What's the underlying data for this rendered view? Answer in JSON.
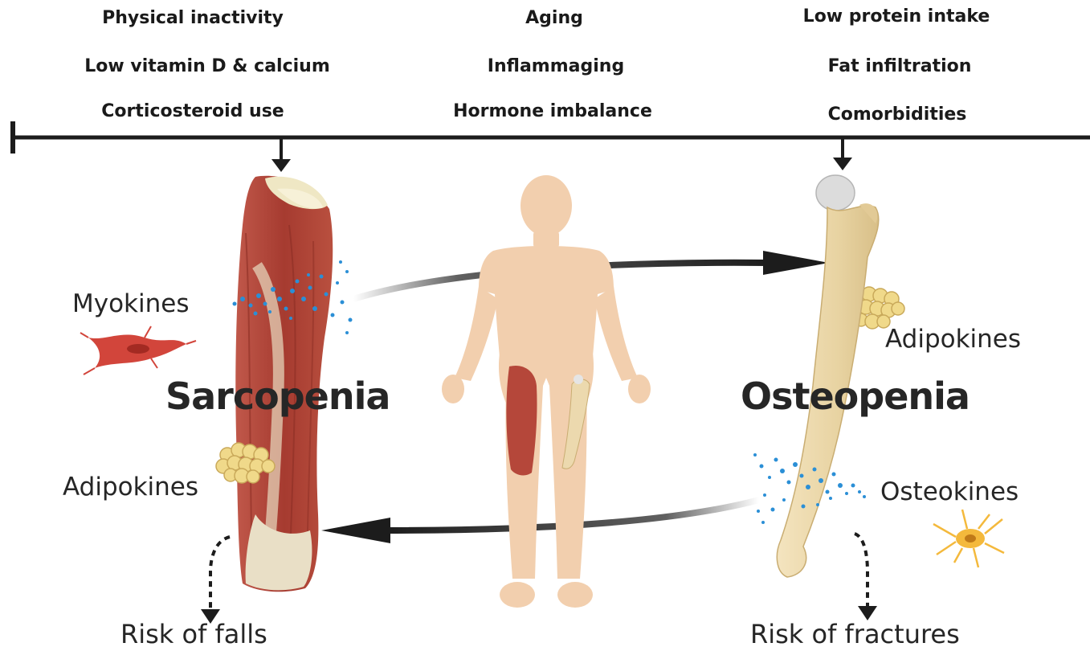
{
  "risk_factors": {
    "left": [
      "Physical inactivity",
      "Low vitamin D & calcium",
      "Corticosteroid use"
    ],
    "center": [
      "Aging",
      "Inflammaging",
      "Hormone imbalance"
    ],
    "right": [
      "Low protein intake",
      "Fat infiltration",
      "Comorbidities"
    ]
  },
  "left_panel": {
    "condition": "Sarcopenia",
    "secreted_factor": "Myokines",
    "fat_factor": "Adipokines",
    "outcome": "Risk of falls"
  },
  "right_panel": {
    "condition": "Osteopenia",
    "fat_factor": "Adipokines",
    "secreted_factor": "Osteokines",
    "outcome": "Risk of fractures"
  },
  "colors": {
    "muscle": "#b5473a",
    "bone": "#ecd9ae",
    "skin": "#f2cfae",
    "fat": "#f0d98a",
    "dots": "#2b8fd6",
    "line": "#1c1c1c"
  },
  "icons": [
    "muscle-cell-icon",
    "osteocyte-icon",
    "fat-cluster-icon",
    "human-body-icon",
    "femur-bone-icon",
    "thigh-muscle-icon"
  ]
}
